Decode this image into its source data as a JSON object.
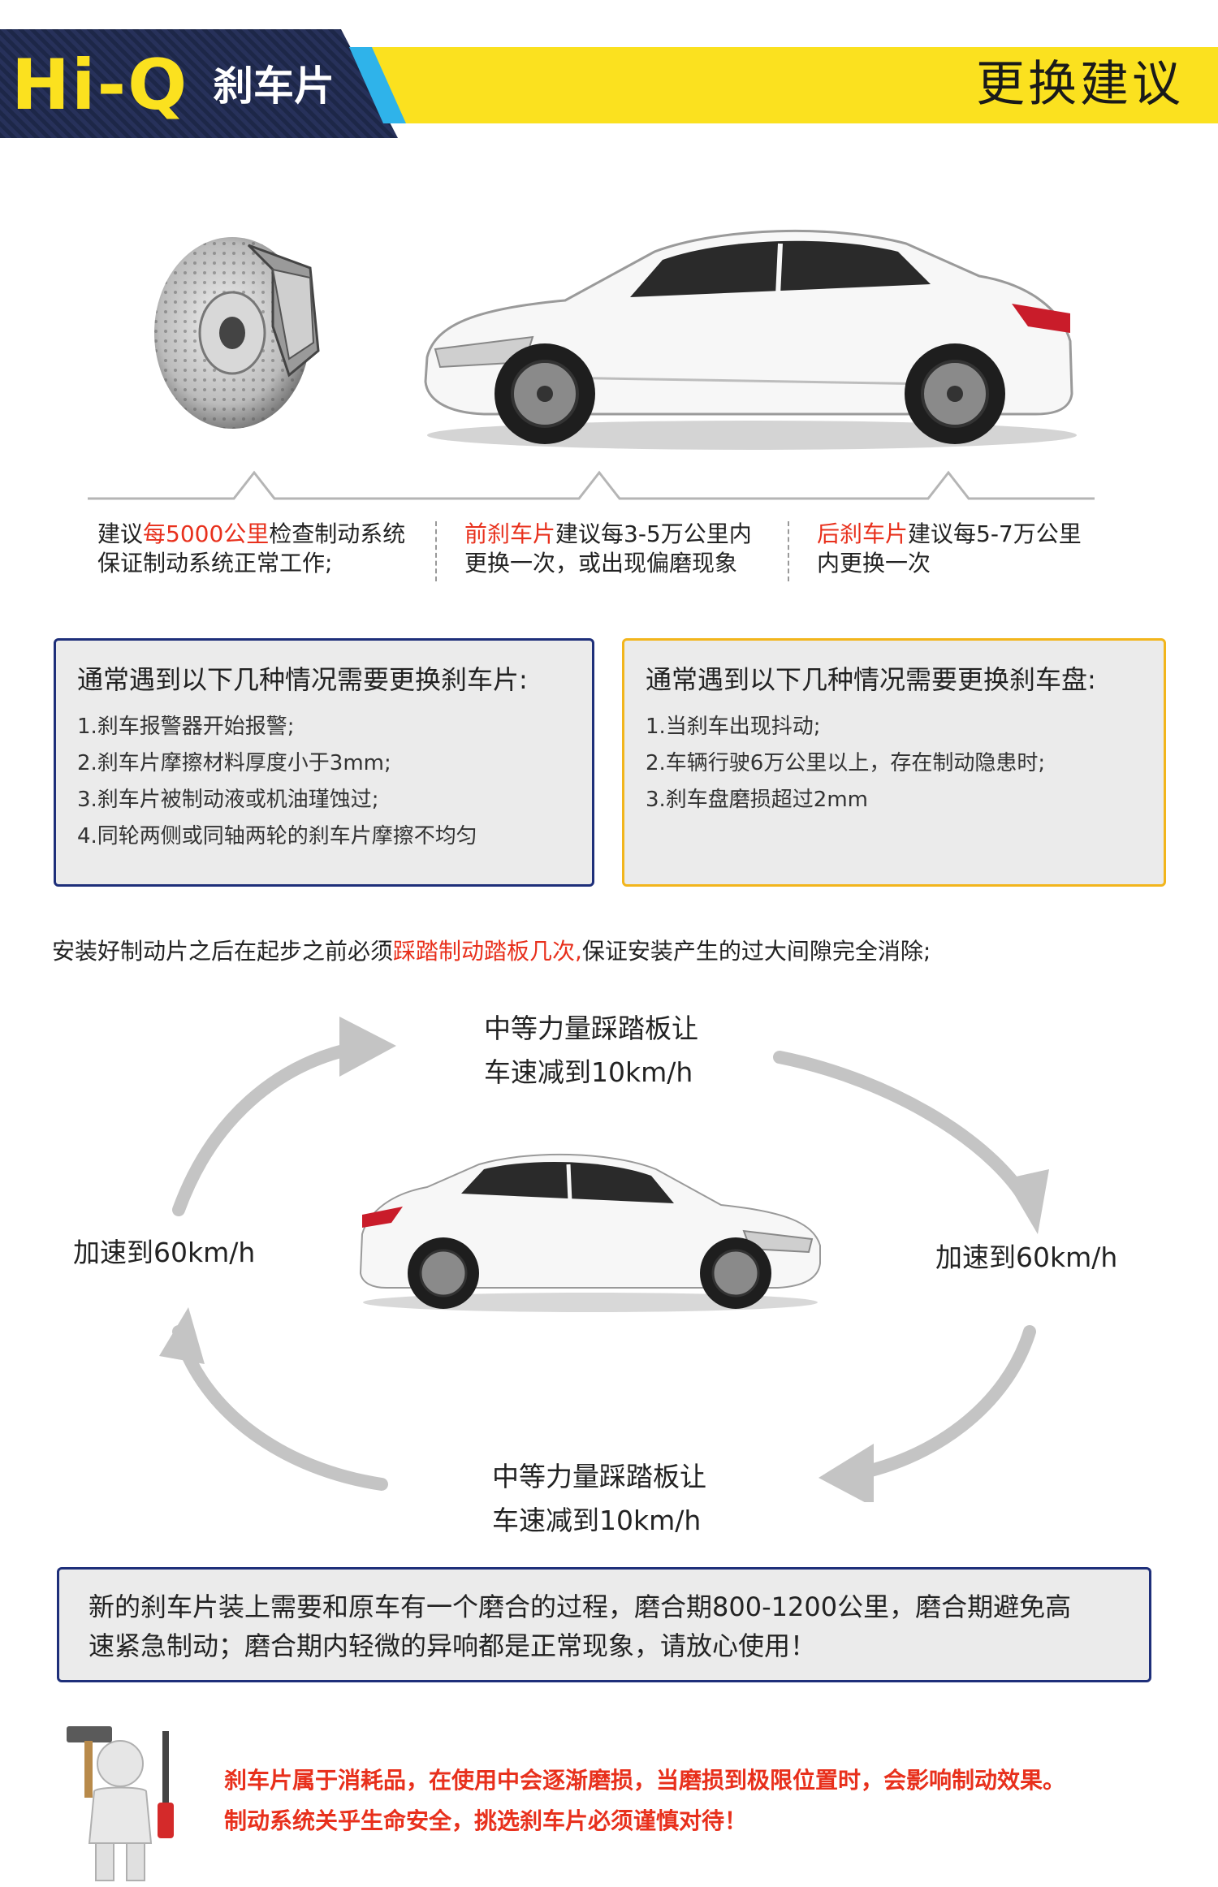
{
  "header": {
    "brand": "Hi-Q",
    "product": "刹车片",
    "title": "更换建议"
  },
  "tips": [
    {
      "pre": "建议",
      "red": "每5000公里",
      "post": "检查制动系统",
      "line2": "保证制动系统正常工作;"
    },
    {
      "pre": "",
      "red": "前刹车片",
      "post": "建议每3-5万公里内",
      "line2": "更换一次，或出现偏磨现象"
    },
    {
      "pre": "",
      "red": "后刹车片",
      "post": "建议每5-7万公里",
      "line2": "内更换一次"
    }
  ],
  "pads_box": {
    "title": "通常遇到以下几种情况需要更换刹车片:",
    "items": [
      "1.刹车报警器开始报警;",
      "2.刹车片摩擦材料厚度小于3mm;",
      "3.刹车片被制动液或机油瑾蚀过;",
      "4.同轮两侧或同轴两轮的刹车片摩擦不均匀"
    ]
  },
  "disc_box": {
    "title": "通常遇到以下几种情况需要更换刹车盘:",
    "items": [
      "1.当刹车出现抖动;",
      "2.车辆行驶6万公里以上，存在制动隐患时;",
      "3.刹车盘磨损超过2mm"
    ]
  },
  "install": {
    "pre": "安装好制动片之后在起步之前必须",
    "red": "踩踏制动踏板几次,",
    "post": "保证安装产生的过大间隙完全消除;"
  },
  "cycle": {
    "top_line1": "中等力量踩踏板让",
    "top_line2": "车速减到10km/h",
    "left": "加速到60km/h",
    "right": "加速到60km/h",
    "bottom_line1": "中等力量踩踏板让",
    "bottom_line2": "车速减到10km/h"
  },
  "notice": {
    "line1": "新的刹车片装上需要和原车有一个磨合的过程，磨合期800-1200公里，磨合期避免高",
    "line2": "速紧急制动；磨合期内轻微的异响都是正常现象，请放心使用！"
  },
  "warning": {
    "line1": "刹车片属于消耗品，在使用中会逐渐磨损，当磨损到极限位置时，会影响制动效果。",
    "line2": "制动系统关乎生命安全，挑选刹车片必须谨慎对待！"
  }
}
